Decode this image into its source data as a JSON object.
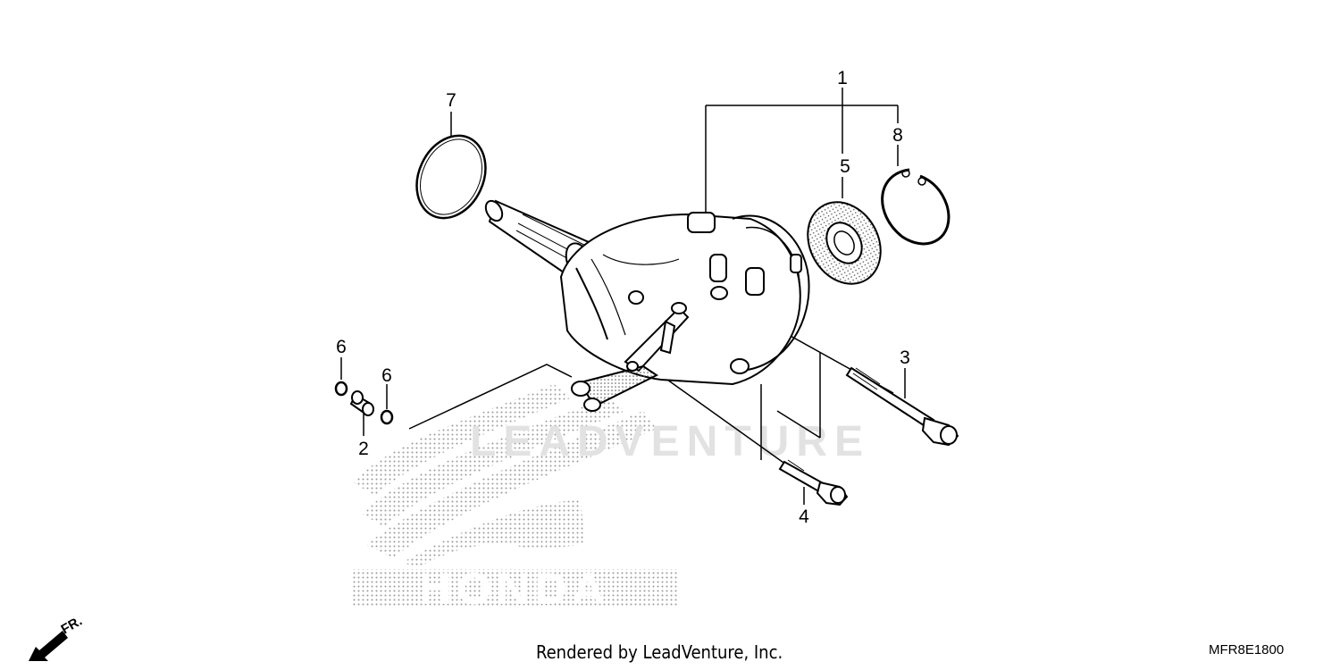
{
  "diagram": {
    "callouts": [
      {
        "id": "1",
        "label": "1"
      },
      {
        "id": "2",
        "label": "2"
      },
      {
        "id": "3",
        "label": "3"
      },
      {
        "id": "4",
        "label": "4"
      },
      {
        "id": "5",
        "label": "5"
      },
      {
        "id": "6a",
        "label": "6"
      },
      {
        "id": "6b",
        "label": "6"
      },
      {
        "id": "7",
        "label": "7"
      },
      {
        "id": "8",
        "label": "8"
      }
    ],
    "watermark_brand": "HONDA",
    "watermark_overlay": "LEADVENTURE",
    "direction_label": "FR."
  },
  "footer": {
    "credit": "Rendered by LeadVenture, Inc.",
    "code": "MFR8E1800"
  },
  "colors": {
    "ink": "#000000",
    "watermark": "#bdbdbd",
    "overlay": "#dddddd"
  }
}
